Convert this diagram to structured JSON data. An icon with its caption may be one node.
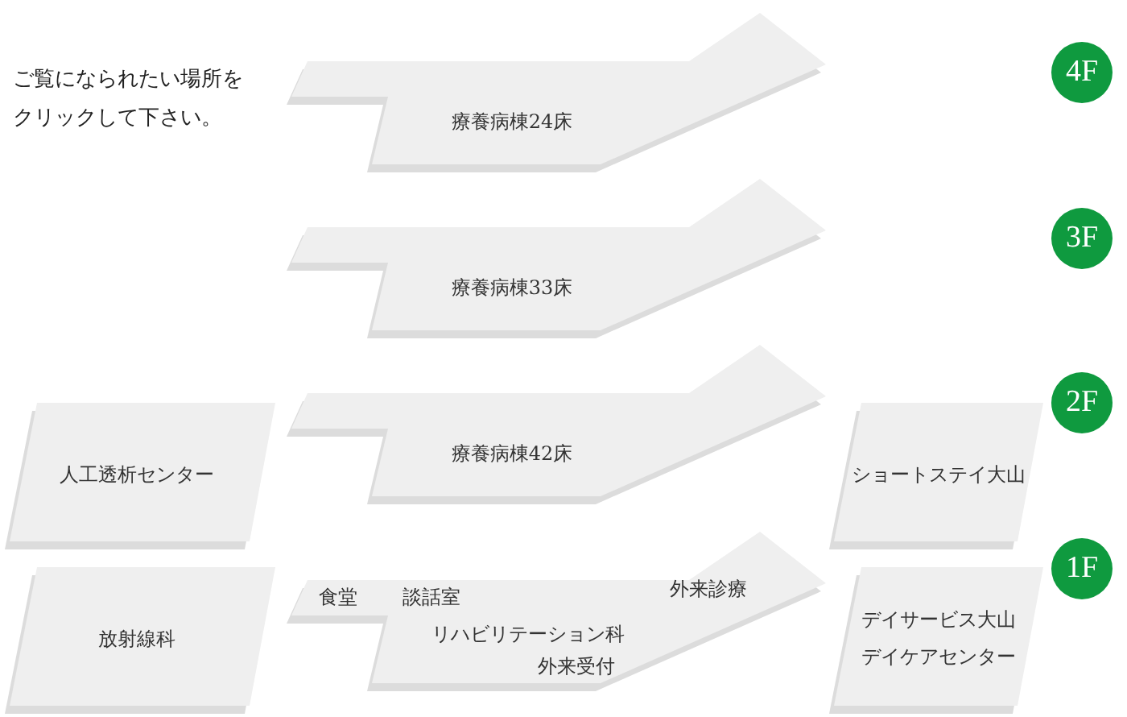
{
  "diagram": {
    "nodes": [
      {
        "text": [
          "療養病棟24床"
        ]
      },
      {
        "text": [
          "4F"
        ]
      },
      {
        "text": [
          "療養病棟33床"
        ]
      },
      {
        "text": [
          "3F"
        ]
      },
      {
        "text": [
          "人工透析センター"
        ]
      },
      {
        "text": [
          "療養病棟42床"
        ]
      },
      {
        "text": [
          "2F"
        ]
      },
      {
        "text": [
          "ショートステイ大山"
        ]
      },
      {
        "text": [
          "放射線科"
        ]
      },
      {
        "text": [
          "食堂",
          "談話室",
          "外来診療",
          "リハビリテーション科",
          "外来受付"
        ]
      },
      {
        "text": [
          "1F"
        ]
      },
      {
        "text": [
          "デイサービス大山",
          "デイケアセンター"
        ]
      }
    ],
    "labels": [
      "ご覧になられたい場所をクリックして下さい。"
    ]
  }
}
